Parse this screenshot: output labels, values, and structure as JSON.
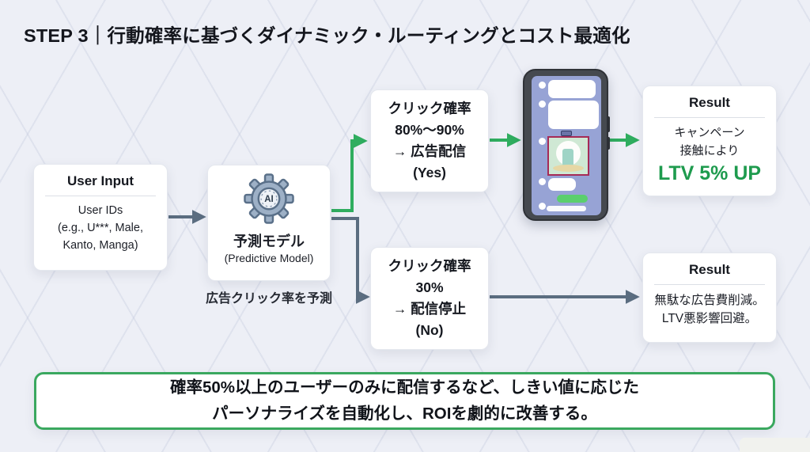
{
  "title": "STEP 3｜行動確率に基づくダイナミック・ルーティングとコスト最適化",
  "colors": {
    "accent_green": "#2fad5f",
    "ltv_green": "#1e9b4e",
    "arrow_gray": "#5b6d80",
    "banner_border_green": "#3aa85f",
    "ad_frame_red": "#a62b57",
    "phone_screen_blue": "#97a3d5"
  },
  "user_input": {
    "title": "User Input",
    "lines": [
      "User IDs",
      "(e.g., U***, Male,",
      "Kanto, Manga)"
    ]
  },
  "model": {
    "icon_label": "AI",
    "title": "予測モデル",
    "subtitle": "(Predictive Model)",
    "caption": "広告クリック率を予測"
  },
  "branch_yes": {
    "lines": [
      "クリック確率",
      "80%〜90%",
      "→ 広告配信",
      "(Yes)"
    ]
  },
  "branch_no": {
    "lines": [
      "クリック確率",
      "30%",
      "→ 配信停止",
      "(No)"
    ]
  },
  "result_yes": {
    "title": "Result",
    "lines": [
      "キャンペーン",
      "接触により"
    ],
    "highlight": "LTV 5% UP"
  },
  "result_no": {
    "title": "Result",
    "lines": [
      "無駄な広告費削減。",
      "LTV悪影響回避。"
    ]
  },
  "banner": {
    "lines": [
      "確率50%以上のユーザーのみに配信するなど、しきい値に応じた",
      "パーソナライズを自動化し、ROIを劇的に改善する。"
    ]
  }
}
